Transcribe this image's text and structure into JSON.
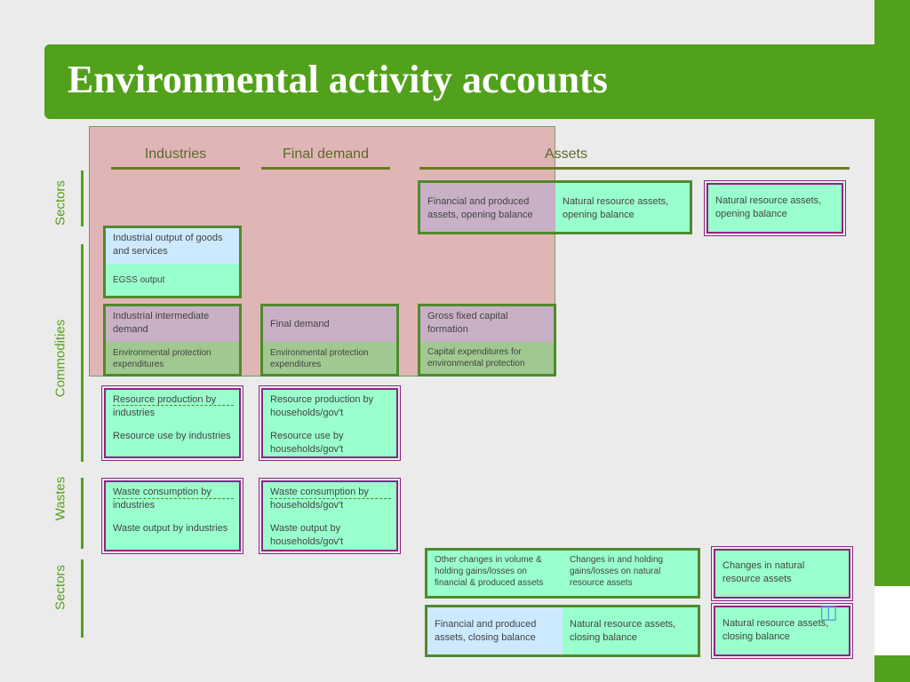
{
  "title": "Environmental activity accounts",
  "column_headers": {
    "industries": "Industries",
    "final_demand": "Final demand",
    "assets": "Assets"
  },
  "row_labels": {
    "sectors_top": "Sectors",
    "commodities": "Commodities",
    "wastes": "Wastes",
    "sectors_bottom": "Sectors"
  },
  "boxes": {
    "fin_opening": "Financial and produced assets, opening balance",
    "nat_opening_1": "Natural resource assets, opening balance",
    "nat_opening_2": "Natural resource assets, opening balance",
    "ind_output": "Industrial output of goods and services",
    "egss_output": "EGSS output",
    "ind_intermediate": "Industrial intermediate demand",
    "env_exp_ind": "Environmental protection expenditures",
    "final_demand": "Final demand",
    "env_exp_fd": "Environmental protection expenditures",
    "gfcf": "Gross fixed capital formation",
    "capex_env": "Capital expenditures for environmental protection",
    "res_prod_ind": "Resource production by industries",
    "res_use_ind": "Resource use by industries",
    "res_prod_hh": "Resource production by households/gov't",
    "res_use_hh": "Resource use by households/gov't",
    "waste_cons_ind": "Waste consumption by industries",
    "waste_out_ind": "Waste output by industries",
    "waste_cons_hh": "Waste consumption by households/gov't",
    "waste_out_hh": "Waste output by households/gov't",
    "other_changes": "Other changes in volume & holding gains/losses on financial & produced assets",
    "changes_holding": "Changes in and holding gains/losses on natural resource assets",
    "changes_natural": "Changes in natural resource assets",
    "fin_closing": "Financial and produced assets, closing balance",
    "nat_closing_1": "Natural resource assets, closing balance",
    "nat_closing_2": "Natural resource assets, closing balance"
  },
  "colors": {
    "green": "#52a11c",
    "mint": "#99ffcc",
    "purple_border": "#8e2585",
    "pink_overlay": "#d68080"
  },
  "icons": {
    "corner_deco": "flow-diagram-icon"
  }
}
